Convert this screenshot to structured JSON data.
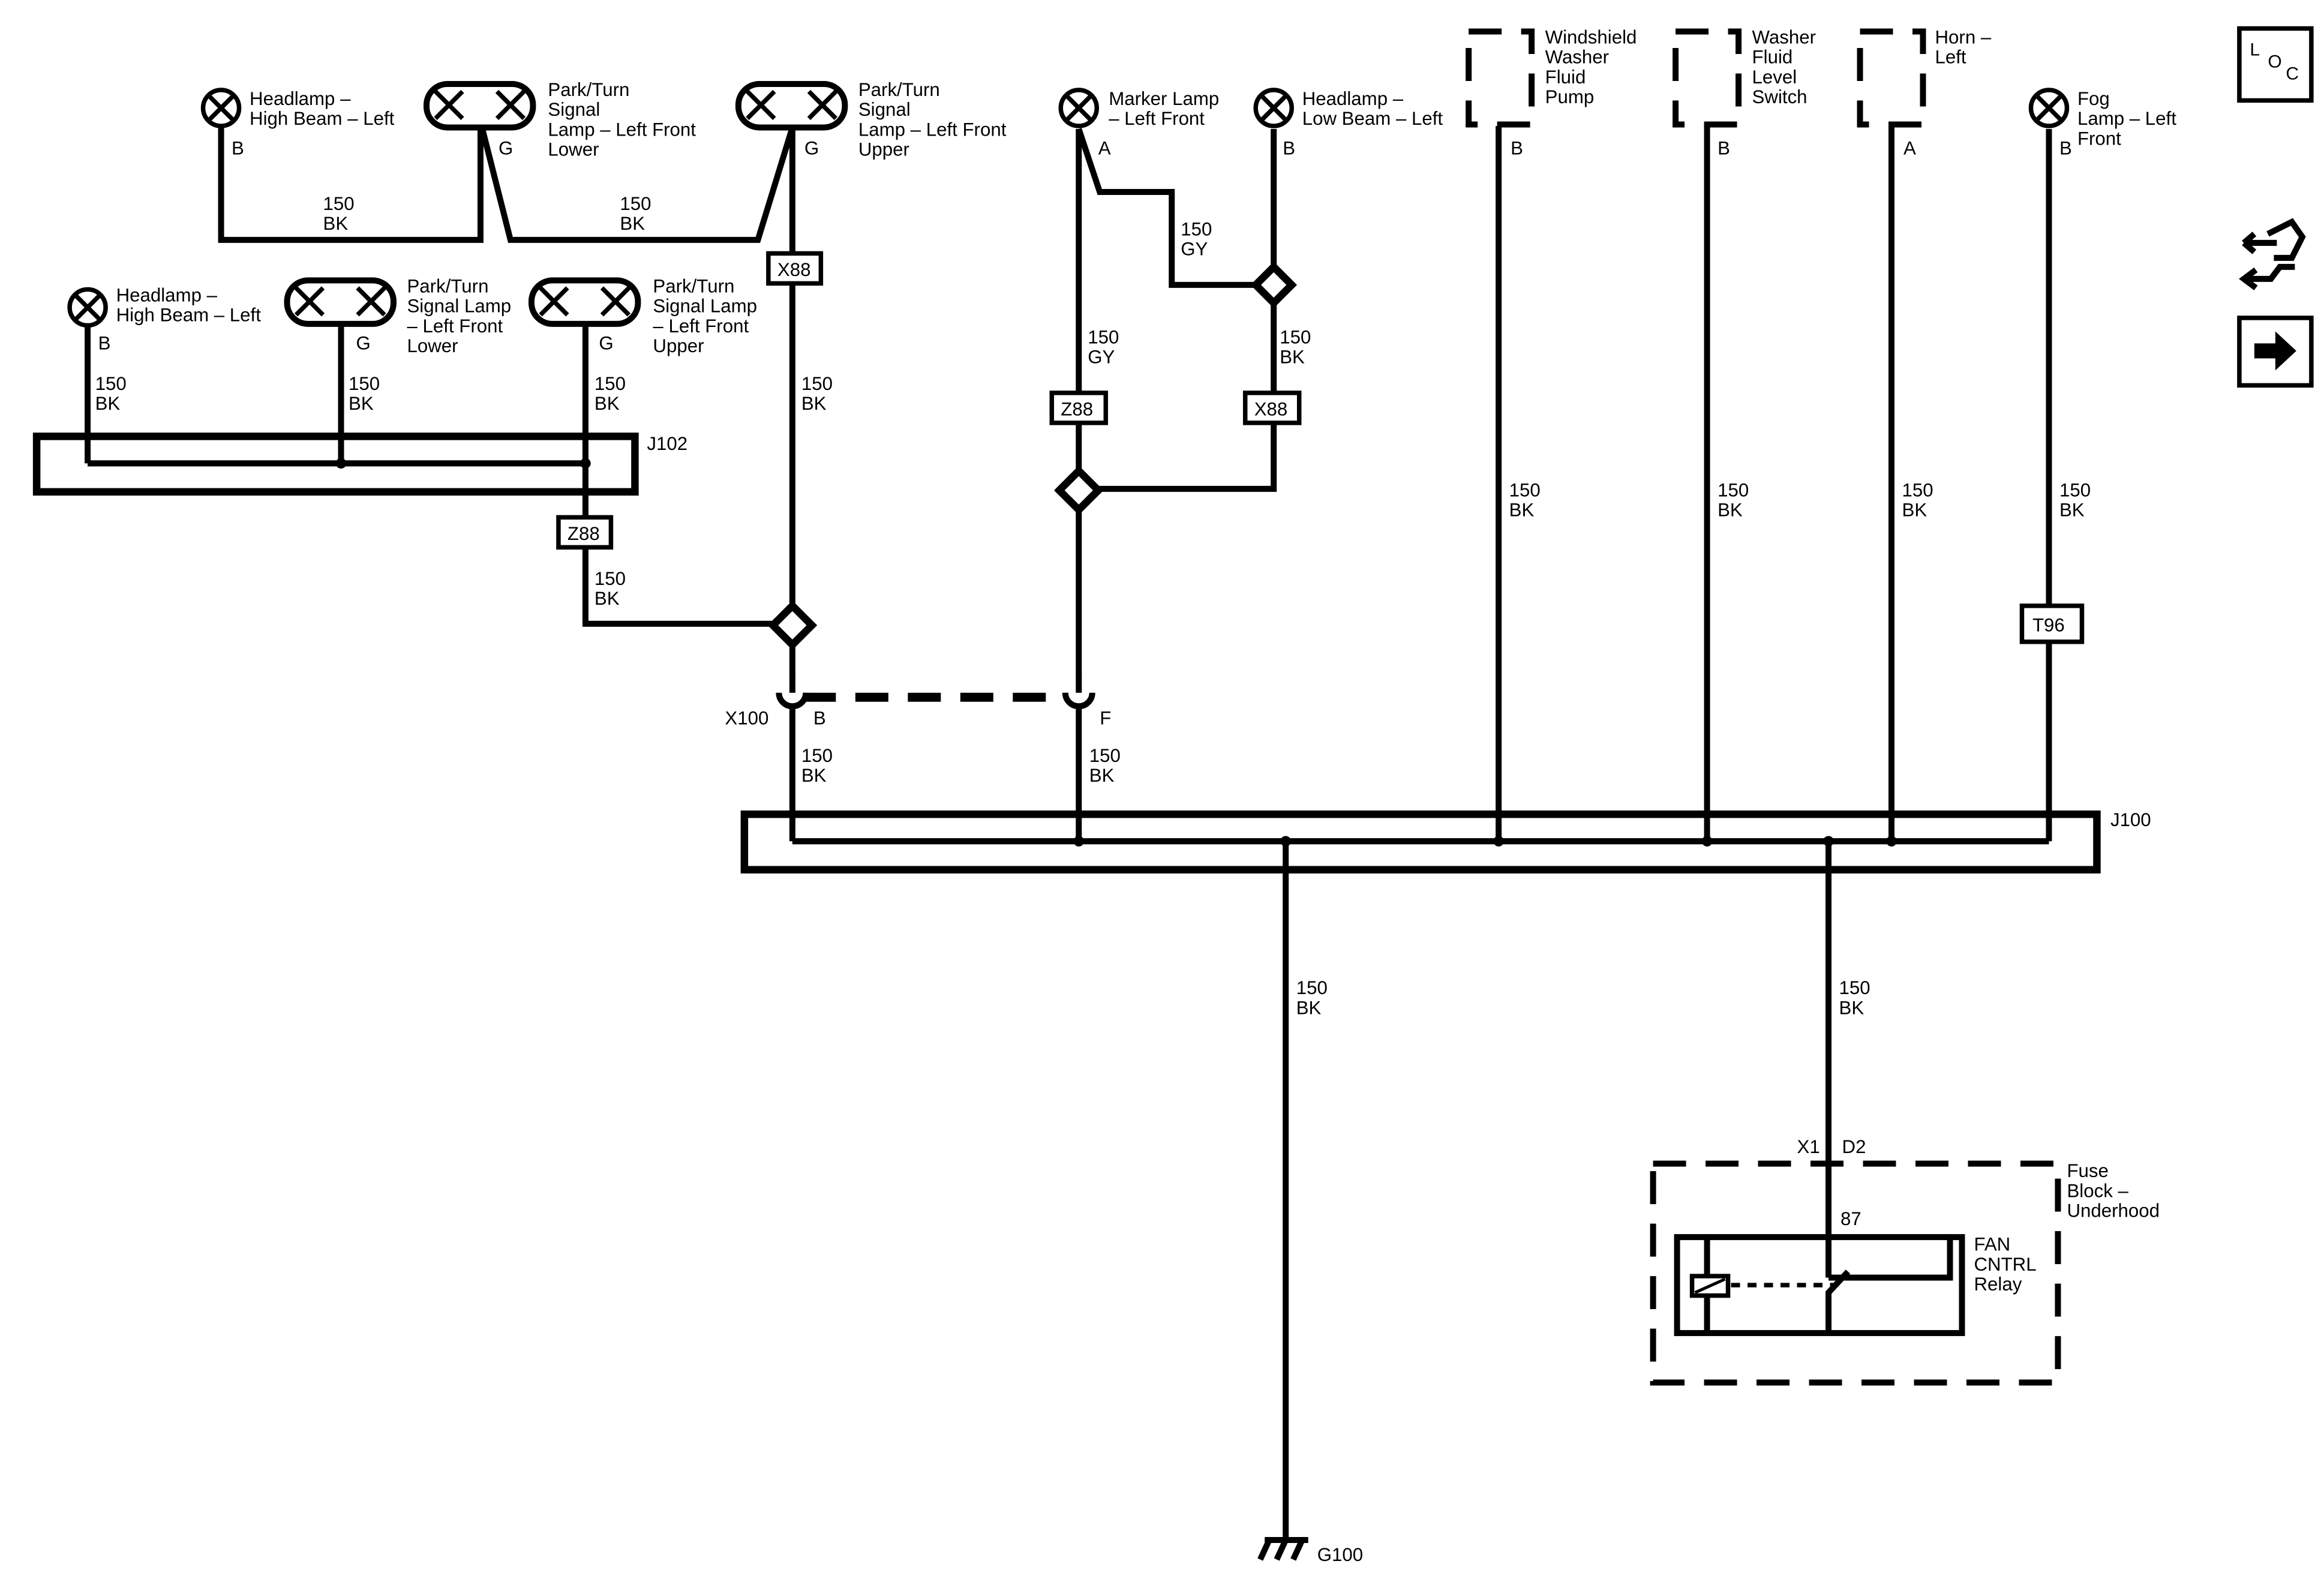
{
  "components": {
    "hl_hb_left_top": "Headlamp –\nHigh Beam – Left",
    "park_lower_top": "Park/Turn\nSignal\nLamp – Left Front\nLower",
    "park_upper_top": "Park/Turn\nSignal\nLamp – Left Front\nUpper",
    "hl_hb_left_2": "Headlamp –\nHigh Beam – Left",
    "park_lower_2": "Park/Turn\nSignal Lamp\n– Left Front\nLower",
    "park_upper_2": "Park/Turn\nSignal Lamp\n– Left Front\nUpper",
    "marker_lamp": "Marker Lamp\n– Left Front",
    "hl_lb_left": "Headlamp –\nLow Beam – Left",
    "washer_pump": "Windshield\nWasher\nFluid\nPump",
    "washer_switch": "Washer\nFluid\nLevel\nSwitch",
    "horn_left": "Horn –\nLeft",
    "fog_lamp": "Fog\nLamp – Left\nFront",
    "fuse_block": "Fuse\nBlock –\nUnderhood",
    "relay": "FAN\nCNTRL\nRelay",
    "ground": "G100"
  },
  "pins": {
    "hl_hb_left_top": "B",
    "park_lower_top": "G",
    "park_upper_top": "G",
    "hl_hb_left_2": "B",
    "park_lower_2": "G",
    "park_upper_2": "G",
    "marker_lamp": "A",
    "hl_lb_left": "B",
    "washer_pump": "B",
    "washer_switch": "B",
    "horn_left": "A",
    "fog_lamp": "B",
    "x100_left": "B",
    "x100_right": "F",
    "relay_87": "87",
    "fuse_x1": "X1",
    "fuse_d2": "D2"
  },
  "splices": {
    "j102": "J102",
    "j100": "J100",
    "x100": "X100"
  },
  "options": {
    "x88_upper": "X88",
    "z88_marker": "Z88",
    "x88_lowbeam": "X88",
    "z88_j102": "Z88",
    "t96_fog": "T96"
  },
  "wire_labels": {
    "w150bk": "150\nBK",
    "w150gy": "150\nGY"
  },
  "nav": {
    "loc_icon": "L\nO\nC"
  }
}
